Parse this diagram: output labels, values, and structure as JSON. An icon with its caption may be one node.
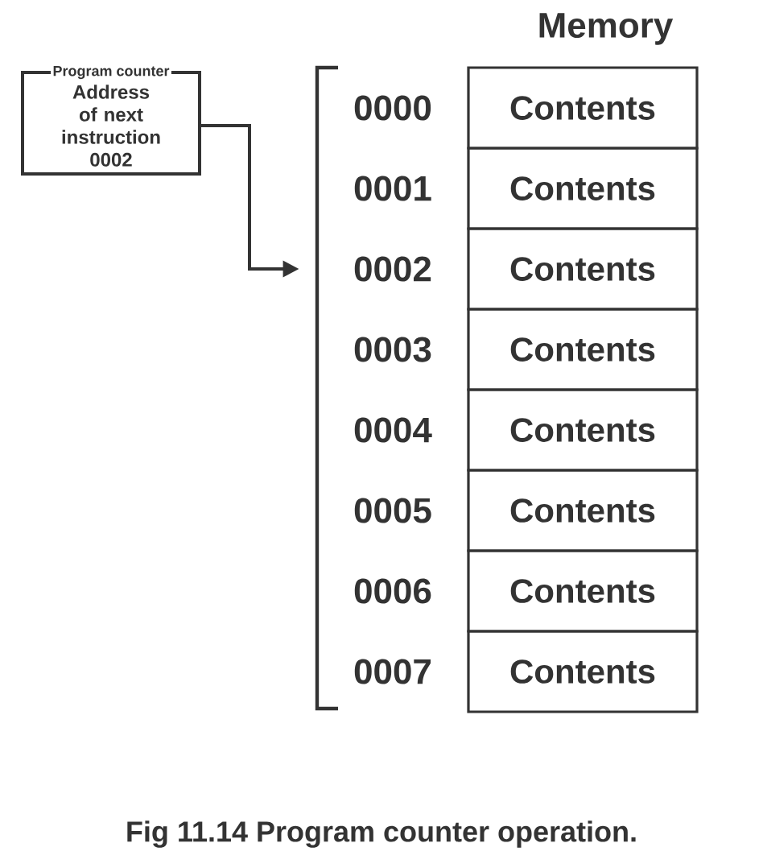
{
  "diagram": {
    "title": "Memory",
    "caption": "Fig 11.14 Program counter operation.",
    "nodes": [
      {
        "text": [
          "Program counter",
          "Address of next instruction 0002"
        ]
      },
      {
        "text": [
          "0000"
        ]
      },
      {
        "text": [
          "Contents"
        ]
      },
      {
        "text": [
          "0001"
        ]
      },
      {
        "text": [
          "Contents"
        ]
      },
      {
        "text": [
          "0002"
        ]
      },
      {
        "text": [
          "Contents"
        ]
      },
      {
        "text": [
          "0003"
        ]
      },
      {
        "text": [
          "Contents"
        ]
      },
      {
        "text": [
          "0004"
        ]
      },
      {
        "text": [
          "Contents"
        ]
      },
      {
        "text": [
          "0005"
        ]
      },
      {
        "text": [
          "Contents"
        ]
      },
      {
        "text": [
          "0006"
        ]
      },
      {
        "text": [
          "Contents"
        ]
      },
      {
        "text": [
          "0007"
        ]
      },
      {
        "text": [
          "Contents"
        ]
      }
    ],
    "edges": [
      {
        "from": 0,
        "to": 5,
        "arrow": "to"
      }
    ]
  }
}
